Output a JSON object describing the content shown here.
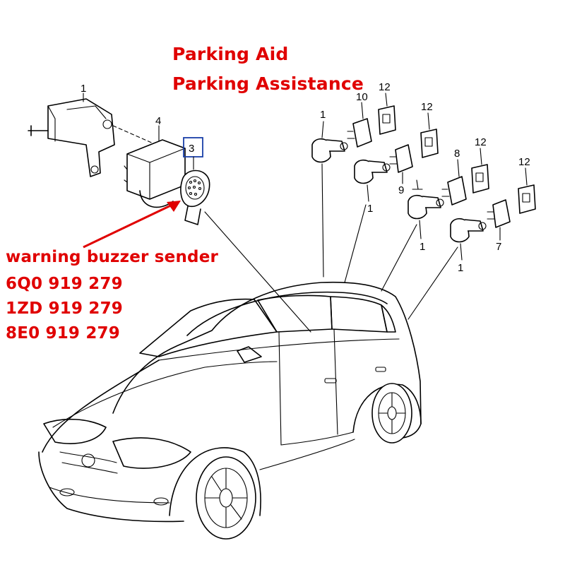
{
  "title": {
    "line1": "Parking Aid",
    "line2": "Parking Assistance"
  },
  "buzzer": {
    "label": "warning buzzer sender",
    "part_numbers": [
      "6Q0 919 279",
      "1ZD 919 279",
      "8E0 919 279"
    ]
  },
  "callouts": {
    "bracket": "1",
    "control_unit": "4",
    "buzzer": "3",
    "sensor": "1",
    "holder_10": "10",
    "holder_9": "9",
    "holder_8": "8",
    "holder_7": "7",
    "pad": "12"
  },
  "colors": {
    "accent_text": "#e00000",
    "highlight_box": "#1a3fa8",
    "line_art": "#000000"
  }
}
